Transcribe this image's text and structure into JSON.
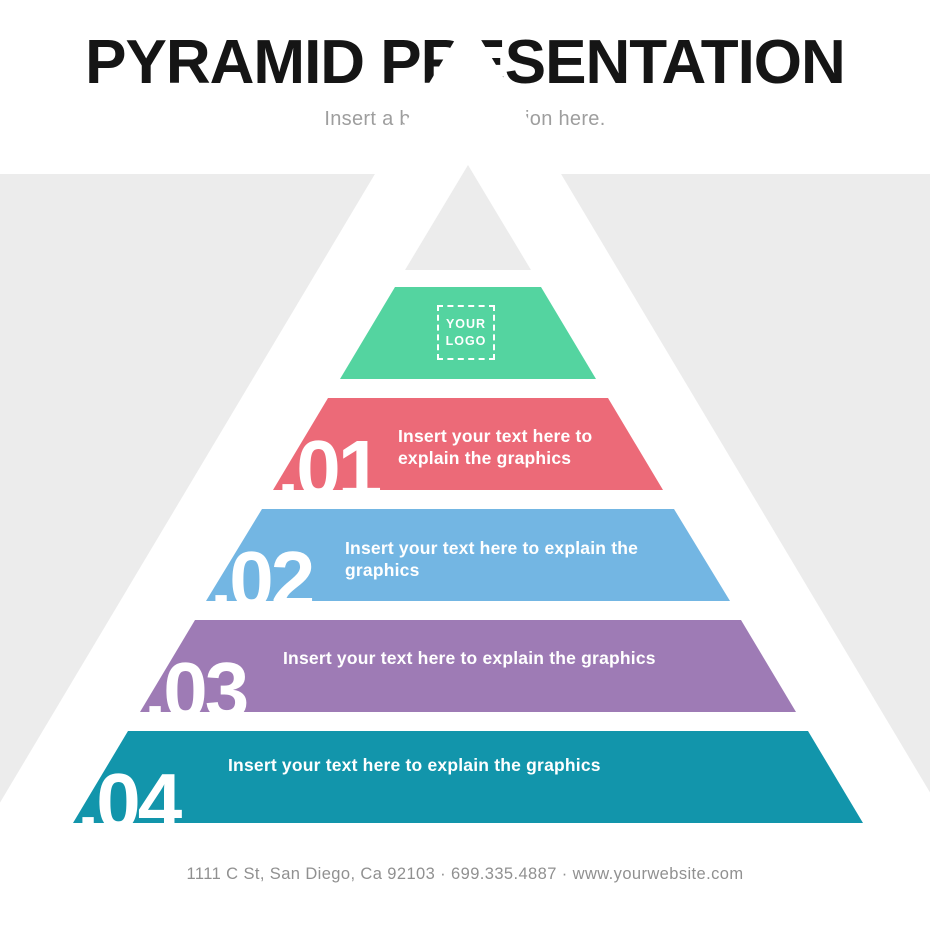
{
  "header": {
    "title": "PYRAMID PRESENTATION",
    "subtitle": "Insert a brief introduction here."
  },
  "pyramid": {
    "logo_segment": {
      "color": "#54D4A0",
      "logo_text": "YOUR\nLOGO"
    },
    "segments": [
      {
        "number": ".01",
        "text": "Insert your text here to\nexplain the graphics",
        "color": "#EC6A78"
      },
      {
        "number": ".02",
        "text": "Insert your text here to explain the\ngraphics",
        "color": "#73B6E3"
      },
      {
        "number": ".03",
        "text": "Insert your text here to explain the graphics",
        "color": "#9E7BB5"
      },
      {
        "number": ".04",
        "text": "Insert your text here to explain the graphics",
        "color": "#1295AB"
      }
    ]
  },
  "footer": {
    "contact": "1111 C St, San Diego, Ca 92103 · 699.335.4887 · www.yourwebsite.com"
  },
  "colors": {
    "page_background": "#FFFFFF",
    "panel_background": "#ECECEC",
    "pyramid_outline": "#FFFFFF",
    "title_text": "#151515",
    "subtitle_text": "#9E9E9E",
    "footer_text": "#909090",
    "segment_text": "#FFFFFF"
  }
}
